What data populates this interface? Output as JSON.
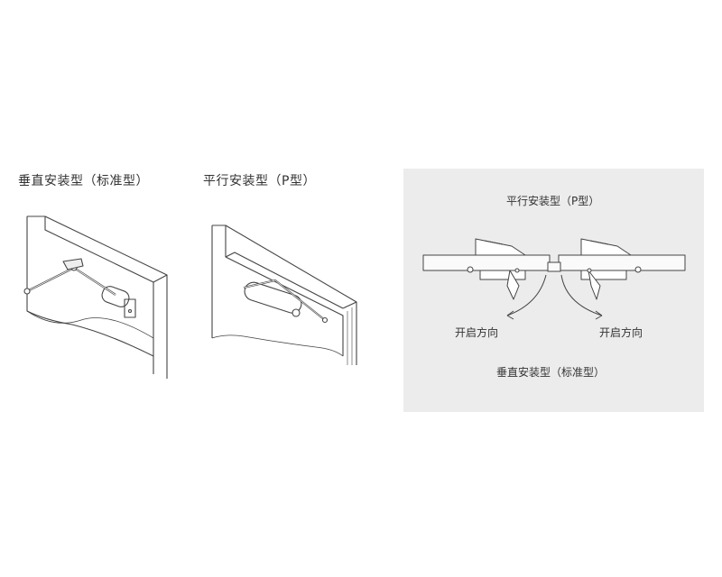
{
  "captions": {
    "vertical_install": "垂直安装型（标准型）",
    "parallel_install": "平行安装型（P型）"
  },
  "diagram_panel": {
    "top_label": "平行安装型（P型）",
    "bottom_label": "垂直安装型（标准型）",
    "open_direction_left": "开启方向",
    "open_direction_right": "开启方向"
  }
}
